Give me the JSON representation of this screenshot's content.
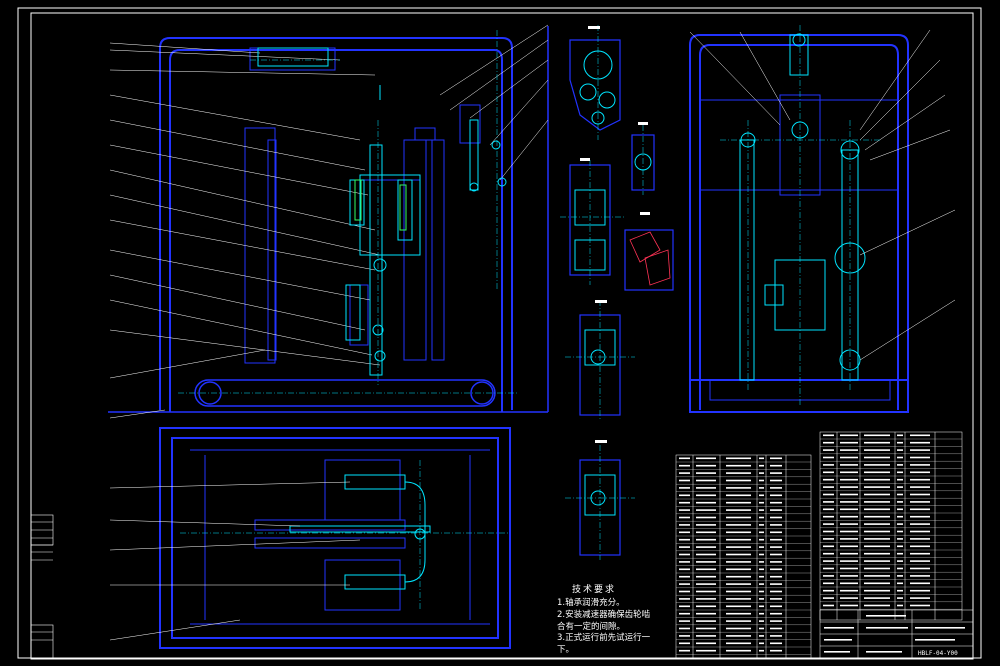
{
  "tech_notes": {
    "title": "技术要求",
    "items": [
      "1.轴承润滑充分。",
      "2.安装减速器确保齿轮啮合有一定的间隙。",
      "3.正式运行前先试运行一下。"
    ]
  },
  "title_block": {
    "drawing_number": "HBLF-04-Y00"
  }
}
